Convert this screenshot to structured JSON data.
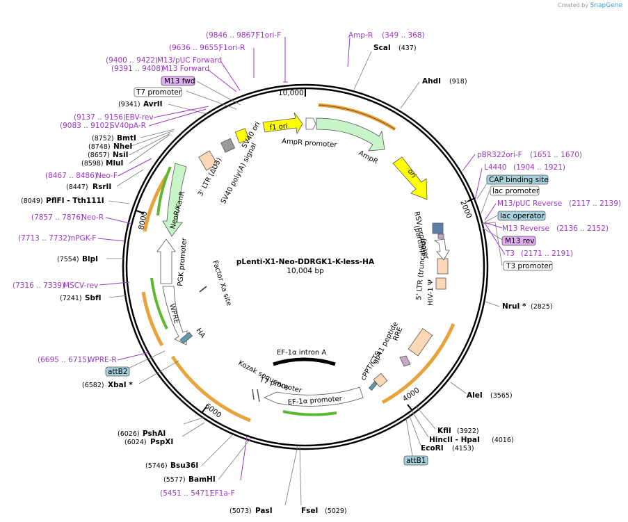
{
  "header": {
    "created_by": "Created by",
    "brand": "SnapGene"
  },
  "plasmid": {
    "name": "pLenti-X1-Neo-DDRGK1-K-less-HA",
    "size": "10,004 bp"
  },
  "ticks": [
    "10,000",
    "2000",
    "4000",
    "6000",
    "8000"
  ],
  "enzymes": [
    {
      "name": "ScaI",
      "pos": "(437)"
    },
    {
      "name": "AhdI",
      "pos": "(918)"
    },
    {
      "name": "NruI *",
      "pos": "(2825)"
    },
    {
      "name": "AleI",
      "pos": "(3565)"
    },
    {
      "name": "KflI",
      "pos": "(3922)"
    },
    {
      "name": "HincII - HpaI",
      "pos": "(4016)"
    },
    {
      "name": "EcoRI",
      "pos": "(4153)"
    },
    {
      "name": "FseI",
      "pos": "(5029)"
    },
    {
      "name": "PasI",
      "pos": "(5073)"
    },
    {
      "name": "BamHI",
      "pos": "(5577)"
    },
    {
      "name": "Bsu36I",
      "pos": "(5746)"
    },
    {
      "name": "PspXI",
      "pos": "(6024)"
    },
    {
      "name": "PshAI",
      "pos": "(6026)"
    },
    {
      "name": "XbaI *",
      "pos": "(6582)"
    },
    {
      "name": "SbfI",
      "pos": "(7241)"
    },
    {
      "name": "BlpI",
      "pos": "(7554)"
    },
    {
      "name": "PflFI - Tth111I",
      "pos": "(8049)"
    },
    {
      "name": "RsrII",
      "pos": "(8447)"
    },
    {
      "name": "MluI",
      "pos": "(8598)"
    },
    {
      "name": "NsiI",
      "pos": "(8657)"
    },
    {
      "name": "NheI",
      "pos": "(8748)"
    },
    {
      "name": "BmtI",
      "pos": "(8752)"
    },
    {
      "name": "AvrII",
      "pos": "(9341)"
    }
  ],
  "primers": [
    {
      "name": "F1ori-F",
      "range": "(9846 .. 9867)"
    },
    {
      "name": "Amp-R",
      "range": "(349 .. 368)"
    },
    {
      "name": "F1ori-R",
      "range": "(9636 .. 9655)"
    },
    {
      "name": "M13/pUC Forward",
      "range": "(9400 .. 9422)"
    },
    {
      "name": "M13 Forward",
      "range": "(9391 .. 9408)"
    },
    {
      "name": "EBV-rev",
      "range": "(9137 .. 9156)"
    },
    {
      "name": "SV40pA-R",
      "range": "(9083 .. 9102)"
    },
    {
      "name": "Neo-F",
      "range": "(8467 .. 8486)"
    },
    {
      "name": "Neo-R",
      "range": "(7857 .. 7876)"
    },
    {
      "name": "mPGK-F",
      "range": "(7713 .. 7732)"
    },
    {
      "name": "MSCV-rev",
      "range": "(7316 .. 7339)"
    },
    {
      "name": "WPRE-R",
      "range": "(6695 .. 6715)"
    },
    {
      "name": "EF1a-F",
      "range": "(5451 .. 5471)"
    },
    {
      "name": "pBR322ori-F",
      "range": "(1651 .. 1670)"
    },
    {
      "name": "L4440",
      "range": "(1904 .. 1921)"
    },
    {
      "name": "M13/pUC Reverse",
      "range": "(2117 .. 2139)"
    },
    {
      "name": "M13 Reverse",
      "range": "(2136 .. 2152)"
    },
    {
      "name": "T3",
      "range": "(2171 .. 2191)"
    }
  ],
  "boxes": {
    "m13_fwd": "M13 fwd",
    "t7_promoter": "T7 promoter",
    "cap_binding_site": "CAP binding site",
    "lac_promoter": "lac promoter",
    "lac_operator": "lac operator",
    "m13_rev": "M13 rev",
    "t3_promoter": "T3 promoter",
    "attb2": "attB2",
    "attb1": "attB1"
  },
  "features": {
    "f1_ori": "f1 ori",
    "ampr_promoter": "AmpR promoter",
    "ampr": "AmpR",
    "ori": "ori",
    "sv40_ori": "SV40 ori",
    "sv40_polya": "SV40 poly(A) signal",
    "ltr_3": "3' LTR (ΔU3)",
    "neor": "NeoR/KanR",
    "pgk": "PGK promoter",
    "wpre": "WPRE",
    "ha": "HA",
    "factor_xa": "Factor Xa site",
    "ef1a_intron": "EF-1α intron A",
    "kozak": "Kozak sequence",
    "t7_inner": "T7 promoter",
    "ef1a_promoter": "EF-1α promoter",
    "cppt": "cPPT/CTS",
    "gp41": "gp41 peptide",
    "rre": "RRE",
    "hiv_psi": "HIV-1 Ψ",
    "ltr_5": "5' LTR (truncated)",
    "rsv": "RSV promoter",
    "rsv2": "(partial)"
  },
  "colors": {
    "backbone": "#000000",
    "primer": "#9b35c9",
    "orange_arc": "#e8a33d",
    "green_arc": "#5cb82e",
    "feature_yellow": "#ffff00",
    "feature_green": "#c8f5c8",
    "feature_peach": "#fbd7b6",
    "feature_gray": "#999999",
    "feature_blue": "#a7d1dc"
  }
}
